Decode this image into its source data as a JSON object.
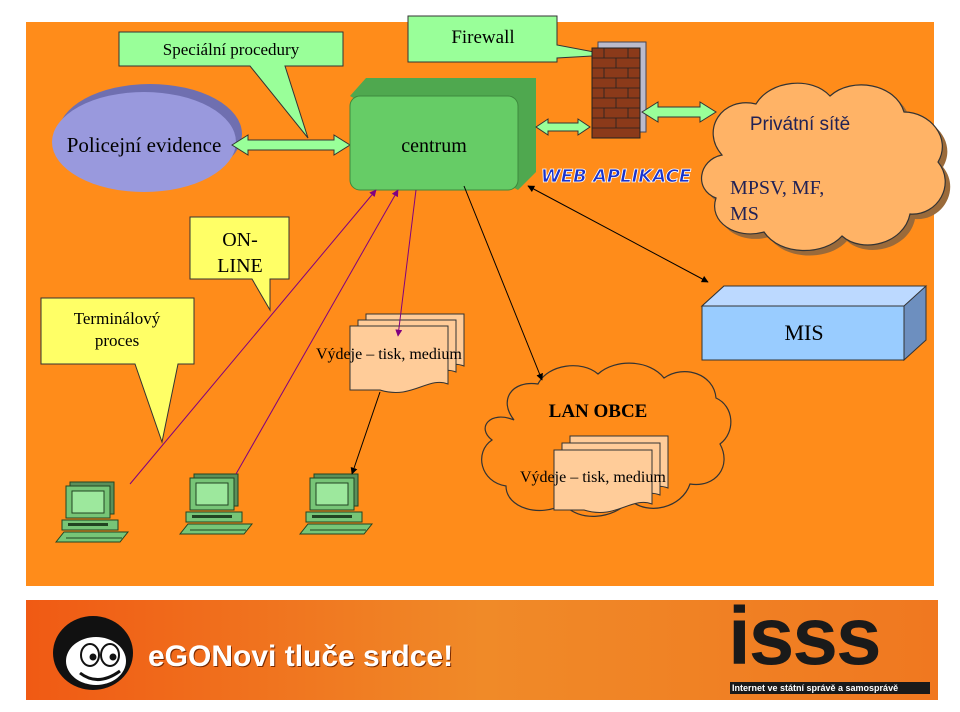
{
  "colors": {
    "slide_bg": "#FF8C1A",
    "callout_fill": "#99FF99",
    "callout_yellow": "#FFFF66",
    "centrum_fill": "#66CC66",
    "ellipse_fill": "#9999DD",
    "cloud_fill": "#FFB366",
    "mis_fill": "#99CCFF",
    "doc_fill": "#FFCC99",
    "arrow_purple": "#800080",
    "footer_orange": "#F07820"
  },
  "callouts": {
    "special": "Speciální procedury",
    "firewall": "Firewall",
    "online_line1": "ON-",
    "online_line2": "LINE",
    "terminal_line1": "Terminálový",
    "terminal_line2": "proces"
  },
  "nodes": {
    "police": "Policejní evidence",
    "centrum": "centrum",
    "web_app": "WEB APLIKACE",
    "private_title": "Privátní sítě",
    "private_line1": "MPSV, MF,",
    "private_line2": "MS",
    "mis": "MIS",
    "lan": "LAN OBCE",
    "doc_main": "Výdeje – tisk, medium",
    "doc_lan": "Výdeje – tisk, medium"
  },
  "footer": {
    "slogan": "eGONovi tluče srdce!",
    "logo": "isss",
    "logo_tagline": "Internet ve státní správě a samosprávě"
  }
}
